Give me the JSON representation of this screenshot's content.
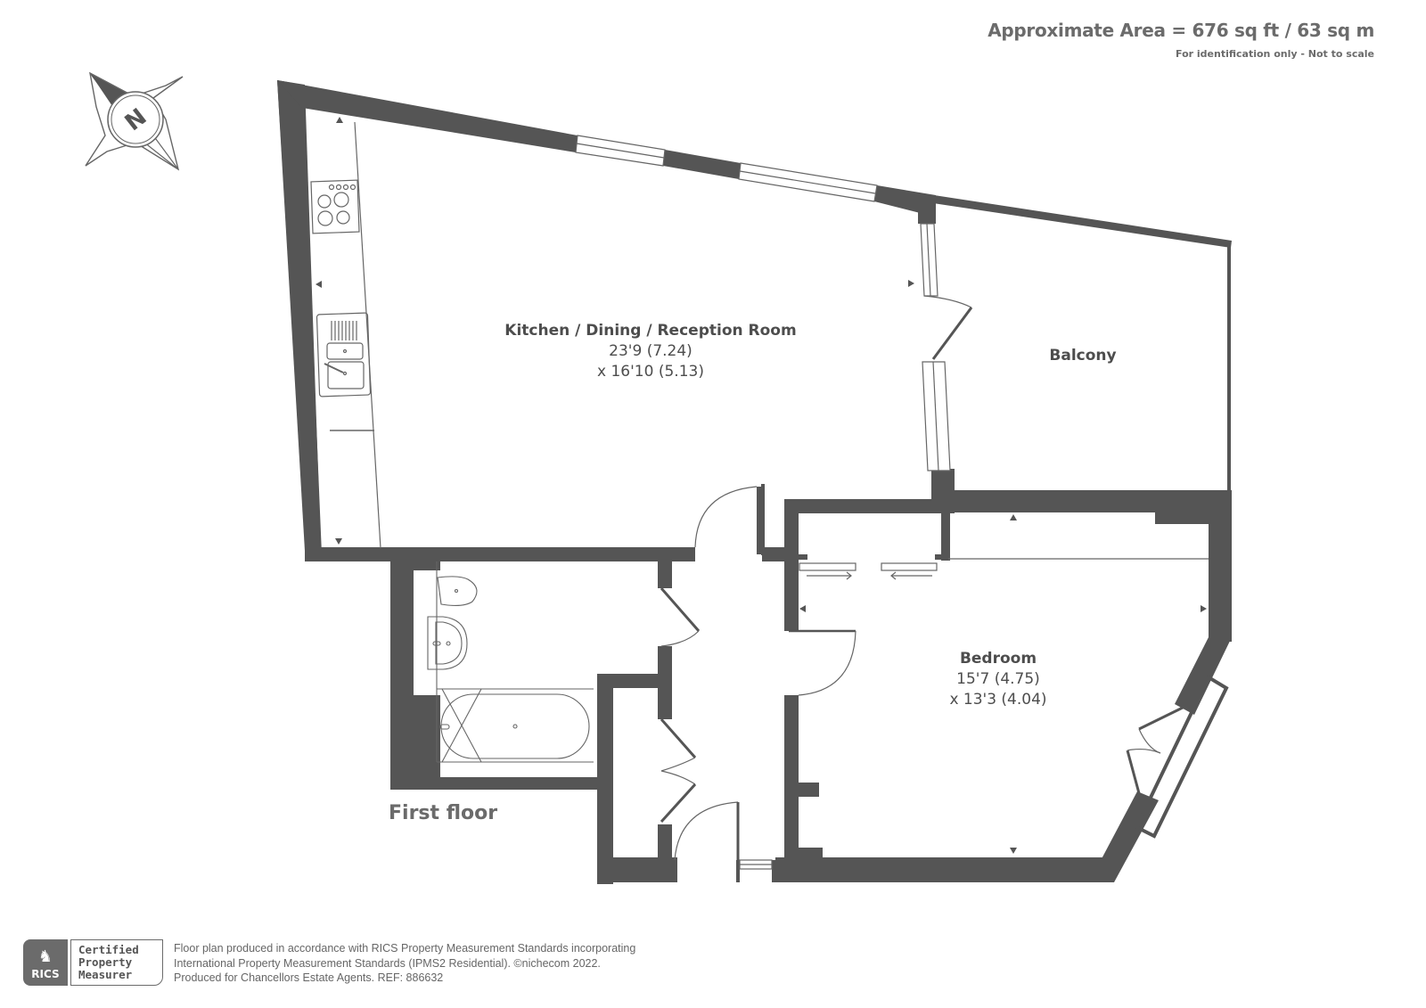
{
  "header": {
    "approximate_area": "Approximate Area = 676 sq ft / 63 sq m",
    "disclaimer": "For identification only - Not to scale"
  },
  "compass": {
    "label": "N",
    "icon": "compass-rose-icon"
  },
  "rooms": [
    {
      "name": "Kitchen / Dining / Reception Room",
      "dim1": "23'9 (7.24)",
      "dim2": "x 16'10 (5.13)"
    },
    {
      "name": "Balcony"
    },
    {
      "name": "Bedroom",
      "dim1": "15'7 (4.75)",
      "dim2": "x 13'3 (4.04)"
    }
  ],
  "floor_label": "First floor",
  "footer": {
    "rics_label": "RICS",
    "certification": [
      "Certified",
      "Property",
      "Measurer"
    ],
    "lines": [
      "Floor plan produced in accordance with RICS Property Measurement Standards incorporating",
      "International Property Measurement Standards (IPMS2 Residential).   ©nichecom 2022.",
      "Produced for Chancellors Estate Agents.   REF: 886632"
    ]
  },
  "colors": {
    "wall": "#555555",
    "text": "#4d4d4d",
    "light_text": "#6b6b6b",
    "line": "#666666"
  }
}
